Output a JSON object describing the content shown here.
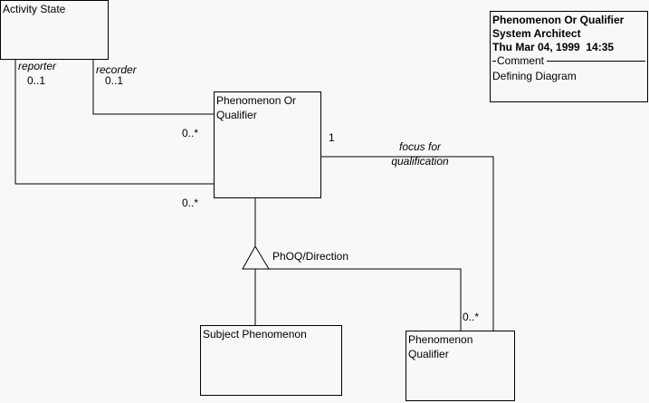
{
  "diagram": {
    "classes": {
      "activity_state": "Activity State",
      "phenomenon_or_qualifier": [
        "Phenomenon Or",
        "Qualifier"
      ],
      "subject_phenomenon": "Subject Phenomenon",
      "phenomenon_qualifier": [
        "Phenomenon",
        "Qualifier"
      ]
    },
    "associations": {
      "reporter": {
        "role": "reporter",
        "mult_source": "0..1",
        "mult_target": "0..*"
      },
      "recorder": {
        "role": "recorder",
        "mult_source": "0..1",
        "mult_target": "0..*"
      },
      "focus": {
        "role": [
          "focus for",
          "qualification"
        ],
        "mult_source": "1",
        "mult_target": "0..*"
      }
    },
    "generalization": {
      "label": "PhOQ/Direction"
    },
    "note": {
      "title": "Phenomenon Or Qualifier",
      "author": "System Architect",
      "date": "Thu Mar 04, 1999  14:35",
      "section": "Comment",
      "text": "Defining Diagram"
    }
  }
}
